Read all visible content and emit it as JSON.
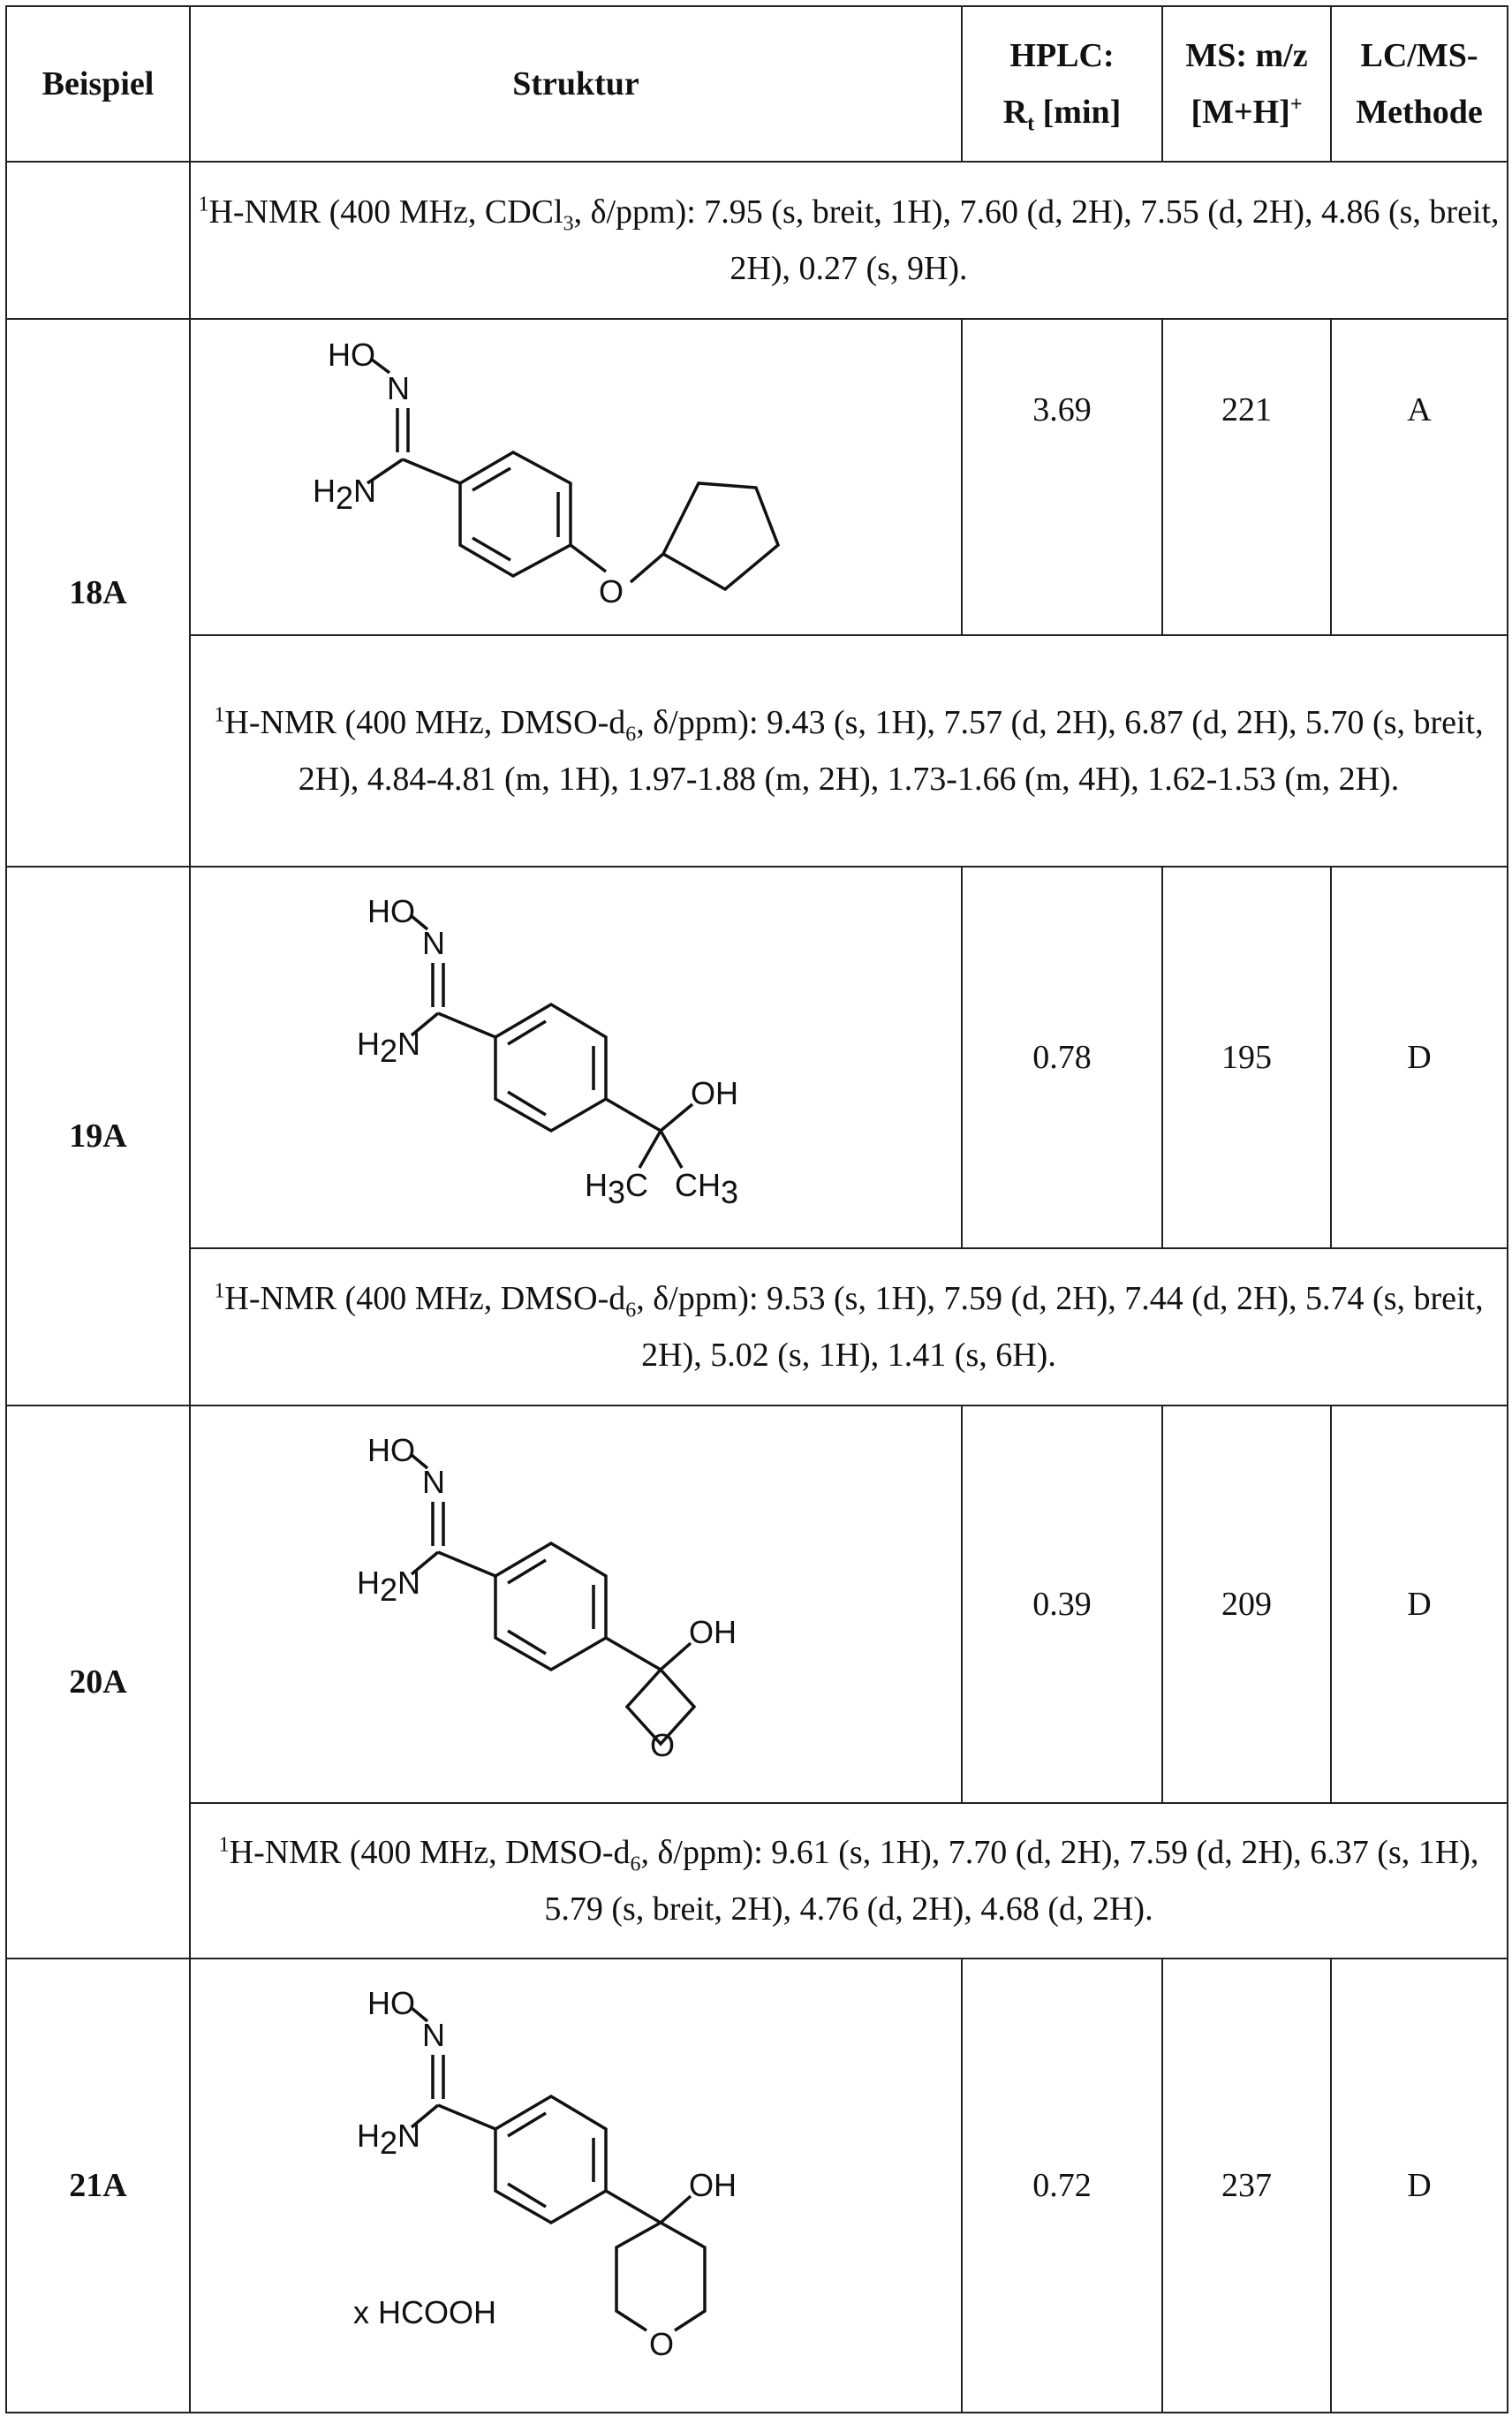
{
  "headers": {
    "example": "Beispiel",
    "structure": "Struktur",
    "hplc_line1": "HPLC:",
    "hplc_line2_main": "R",
    "hplc_line2_sub": "t",
    "hplc_line2_rest": " [min]",
    "ms_line1": "MS: m/z",
    "ms_line2_main": "[M+H]",
    "ms_line2_sup": "+",
    "lcms_line1": "LC/MS-",
    "lcms_line2": "Methode"
  },
  "carryover_nmr": {
    "parts": [
      "1",
      "H-NMR (400 MHz, CDCl",
      "3",
      ", δ/ppm): 7.95 (s, breit, 1H), 7.60 (d, 2H), 7.55 (d, 2H), 4.86 (s, breit, 2H), 0.27 (s, 9H)."
    ]
  },
  "labels": {
    "ho": "HO",
    "n": "N",
    "h2n_h": "H",
    "h2n_2": "2",
    "h2n_n": "N",
    "o": "O",
    "oh": "OH",
    "h3c_h": "H",
    "h3c_3": "3",
    "h3c_c": "C",
    "ch3_ch": "CH",
    "ch3_3": "3",
    "salt": "x HCOOH"
  },
  "rows": [
    {
      "example": "18A",
      "hplc_rt": "3.69",
      "ms_mz": "221",
      "lcms_method": "A",
      "nmr_parts": [
        "1",
        "H-NMR (400 MHz, DMSO-d",
        "6",
        ", δ/ppm): 9.43 (s, 1H), 7.57 (d, 2H), 6.87 (d, 2H), 5.70 (s, breit, 2H), 4.84-4.81 (m, 1H), 1.97-1.88 (m, 2H), 1.73-1.66 (m, 4H), 1.62-1.53 (m, 2H)."
      ]
    },
    {
      "example": "19A",
      "hplc_rt": "0.78",
      "ms_mz": "195",
      "lcms_method": "D",
      "nmr_parts": [
        "1",
        "H-NMR (400 MHz, DMSO-d",
        "6",
        ", δ/ppm): 9.53 (s, 1H), 7.59 (d, 2H), 7.44 (d, 2H), 5.74 (s, breit, 2H), 5.02 (s, 1H), 1.41 (s, 6H)."
      ]
    },
    {
      "example": "20A",
      "hplc_rt": "0.39",
      "ms_mz": "209",
      "lcms_method": "D",
      "nmr_parts": [
        "1",
        "H-NMR (400 MHz, DMSO-d",
        "6",
        ", δ/ppm): 9.61 (s, 1H), 7.70 (d, 2H), 7.59 (d, 2H), 6.37 (s, 1H), 5.79 (s, breit, 2H), 4.76 (d, 2H), 4.68 (d, 2H)."
      ]
    },
    {
      "example": "21A",
      "hplc_rt": "0.72",
      "ms_mz": "237",
      "lcms_method": "D"
    }
  ]
}
